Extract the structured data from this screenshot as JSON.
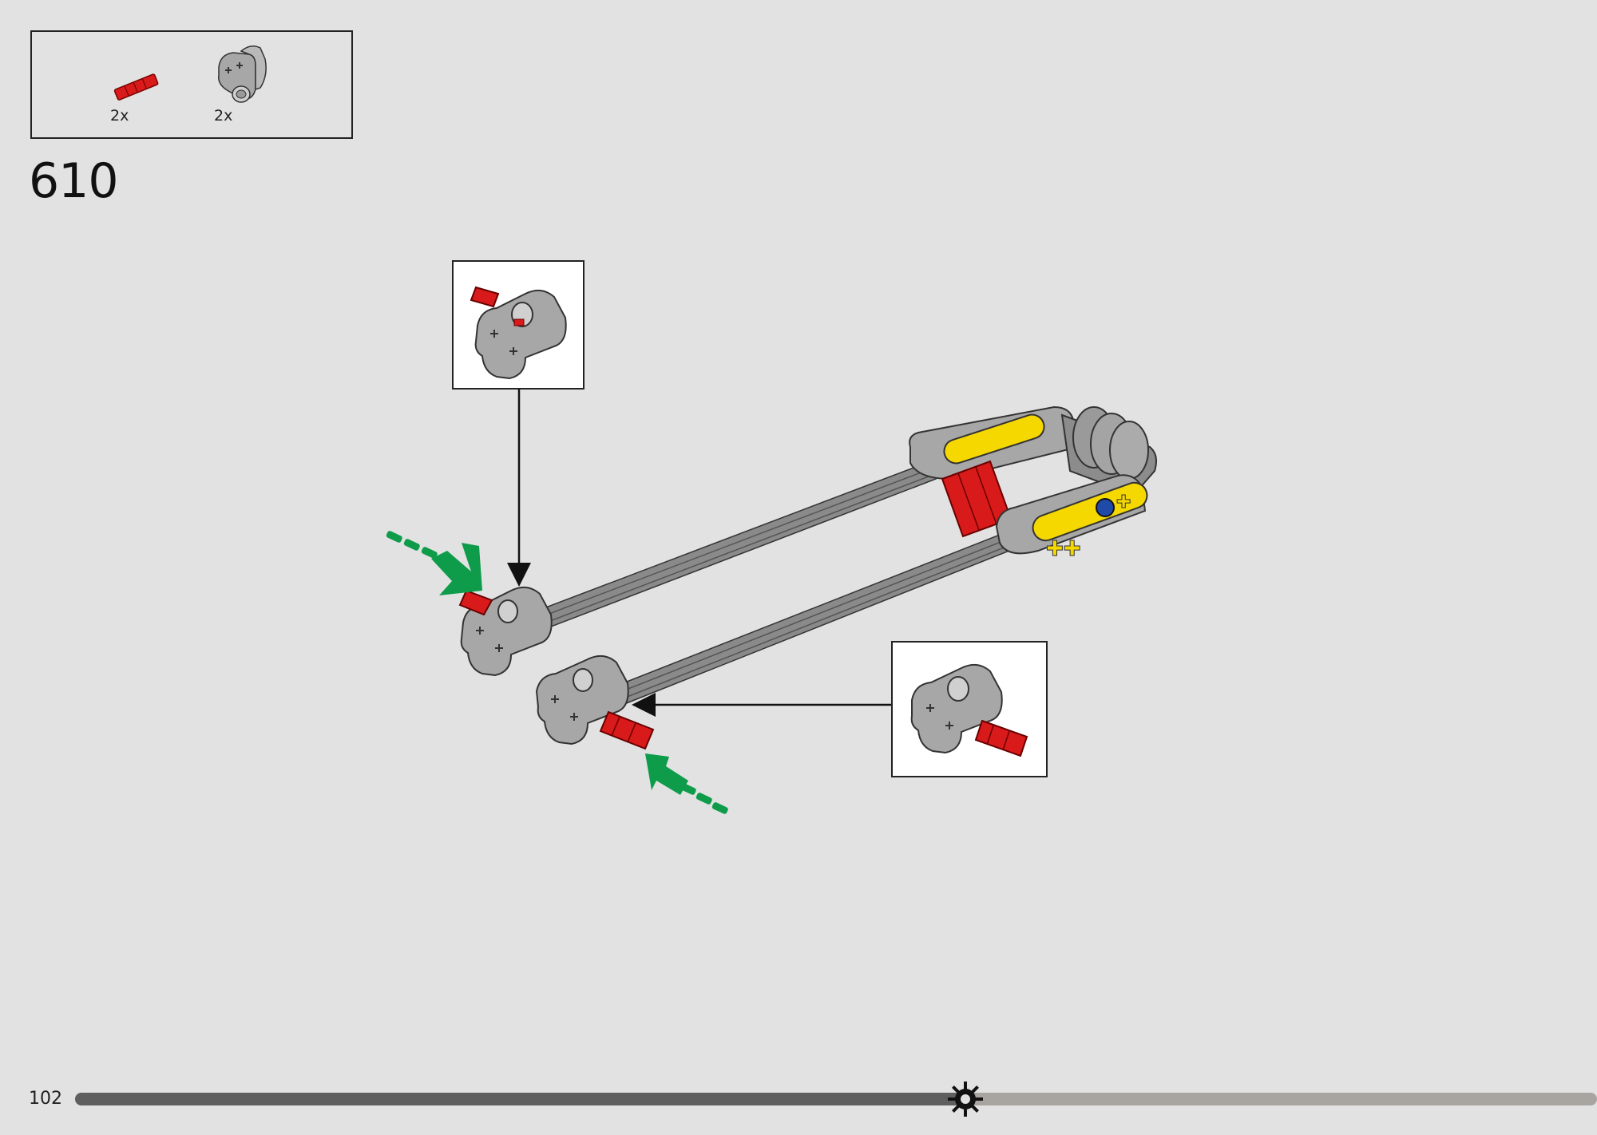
{
  "parts_list": [
    {
      "qty": "2x",
      "name": "red-axle-pin-icon"
    },
    {
      "qty": "2x",
      "name": "gray-axle-connector-icon"
    }
  ],
  "step": {
    "number": "610"
  },
  "footer": {
    "page_number": "102",
    "progress": 0.585
  },
  "colors": {
    "background": "#e2e2e2",
    "red_part": "#d81a1a",
    "gray_part": "#a7a7a7",
    "yellow_part": "#f5d800",
    "green_arrow": "#0e9c4a",
    "progress_fill": "#5f5f5f",
    "progress_track": "#a8a5a1"
  }
}
